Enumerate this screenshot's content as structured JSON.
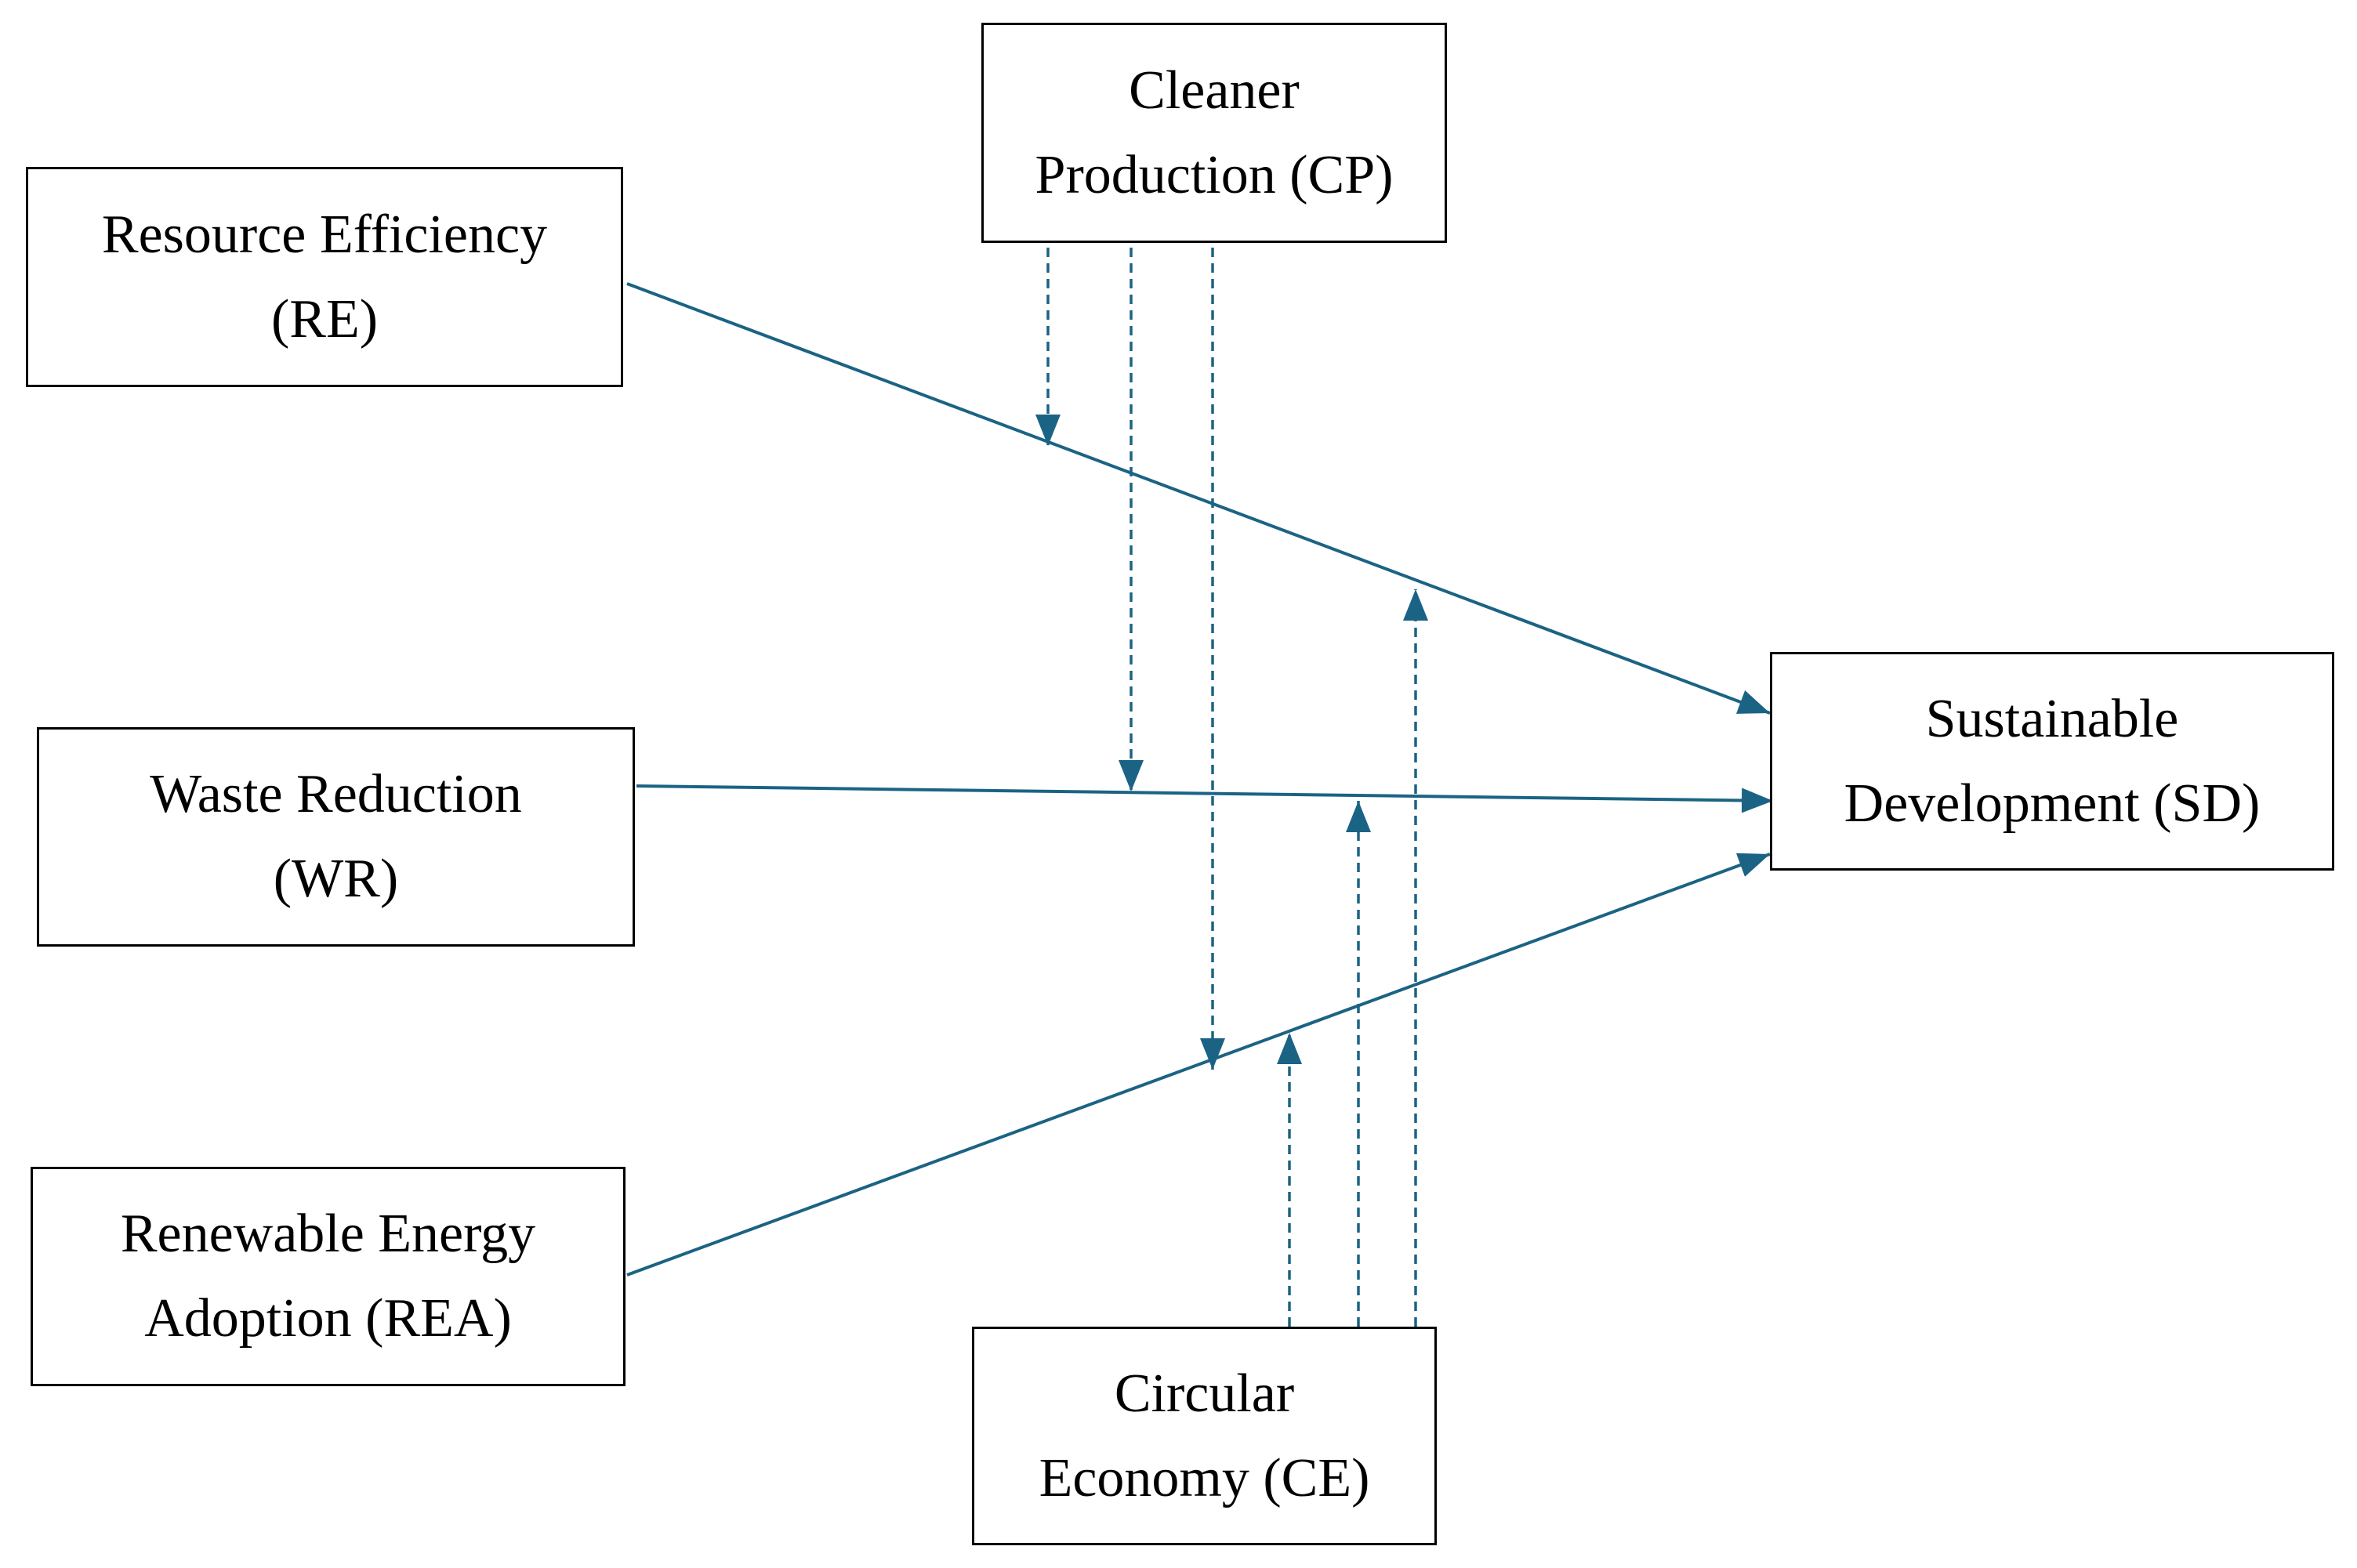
{
  "colors": {
    "arrow": "#1b6384",
    "border": "#000000",
    "text": "#000000"
  },
  "nodes": {
    "re": {
      "line1": "Resource Efficiency",
      "line2": "(RE)"
    },
    "cp": {
      "line1": "Cleaner",
      "line2": "Production (CP)"
    },
    "wr": {
      "line1": "Waste Reduction",
      "line2": "(WR)"
    },
    "rea": {
      "line1": "Renewable Energy",
      "line2": "Adoption (REA)"
    },
    "ce": {
      "line1": "Circular",
      "line2": "Economy (CE)"
    },
    "sd": {
      "line1": "Sustainable",
      "line2": "Development (SD)"
    }
  },
  "edges": [
    {
      "from": "Resource Efficiency (RE)",
      "to": "Sustainable Development (SD)",
      "style": "solid"
    },
    {
      "from": "Waste Reduction (WR)",
      "to": "Sustainable Development (SD)",
      "style": "solid"
    },
    {
      "from": "Renewable Energy Adoption (REA)",
      "to": "Sustainable Development (SD)",
      "style": "solid"
    }
  ],
  "moderators": [
    {
      "from": "Cleaner Production (CP)",
      "targets": [
        "RE → SD",
        "WR → SD",
        "REA → SD"
      ],
      "style": "dashed"
    },
    {
      "from": "Circular Economy (CE)",
      "targets": [
        "RE → SD",
        "WR → SD",
        "REA → SD"
      ],
      "style": "dashed"
    }
  ]
}
